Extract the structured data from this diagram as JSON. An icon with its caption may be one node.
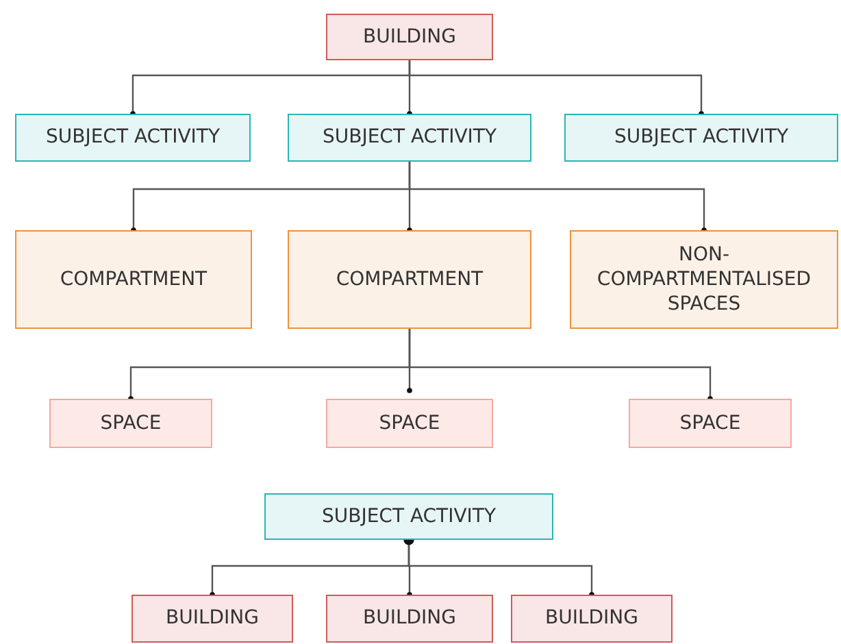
{
  "diagram": {
    "nodes": [
      {
        "text": [
          "BUILDING"
        ]
      },
      {
        "text": [
          "SUBJECT ACTIVITY"
        ]
      },
      {
        "text": [
          "SUBJECT ACTIVITY"
        ]
      },
      {
        "text": [
          "SUBJECT ACTIVITY"
        ]
      },
      {
        "text": [
          "COMPARTMENT"
        ]
      },
      {
        "text": [
          "COMPARTMENT"
        ]
      },
      {
        "text": [
          "NON-COMPARTMENTALISED SPACES"
        ]
      },
      {
        "text": [
          "SPACE"
        ]
      },
      {
        "text": [
          "SPACE"
        ]
      },
      {
        "text": [
          "SPACE"
        ]
      },
      {
        "text": [
          "SUBJECT ACTIVITY"
        ]
      },
      {
        "text": [
          "BUILDING"
        ]
      },
      {
        "text": [
          "BUILDING"
        ]
      },
      {
        "text": [
          "BUILDING"
        ]
      }
    ],
    "edges": [
      {
        "from": 0,
        "to": 1,
        "arrow": "other"
      },
      {
        "from": 0,
        "to": 2,
        "arrow": "other"
      },
      {
        "from": 0,
        "to": 3,
        "arrow": "other"
      },
      {
        "from": 2,
        "to": 4,
        "arrow": "other"
      },
      {
        "from": 2,
        "to": 5,
        "arrow": "other"
      },
      {
        "from": 2,
        "to": 6,
        "arrow": "other"
      },
      {
        "from": 5,
        "to": 7,
        "arrow": "other"
      },
      {
        "from": 5,
        "to": 8,
        "arrow": "other"
      },
      {
        "from": 5,
        "to": 9,
        "arrow": "other"
      },
      {
        "from": 10,
        "to": 11,
        "arrow": "other"
      },
      {
        "from": 10,
        "to": 12,
        "arrow": "other"
      },
      {
        "from": 10,
        "to": 13,
        "arrow": "other"
      }
    ]
  }
}
